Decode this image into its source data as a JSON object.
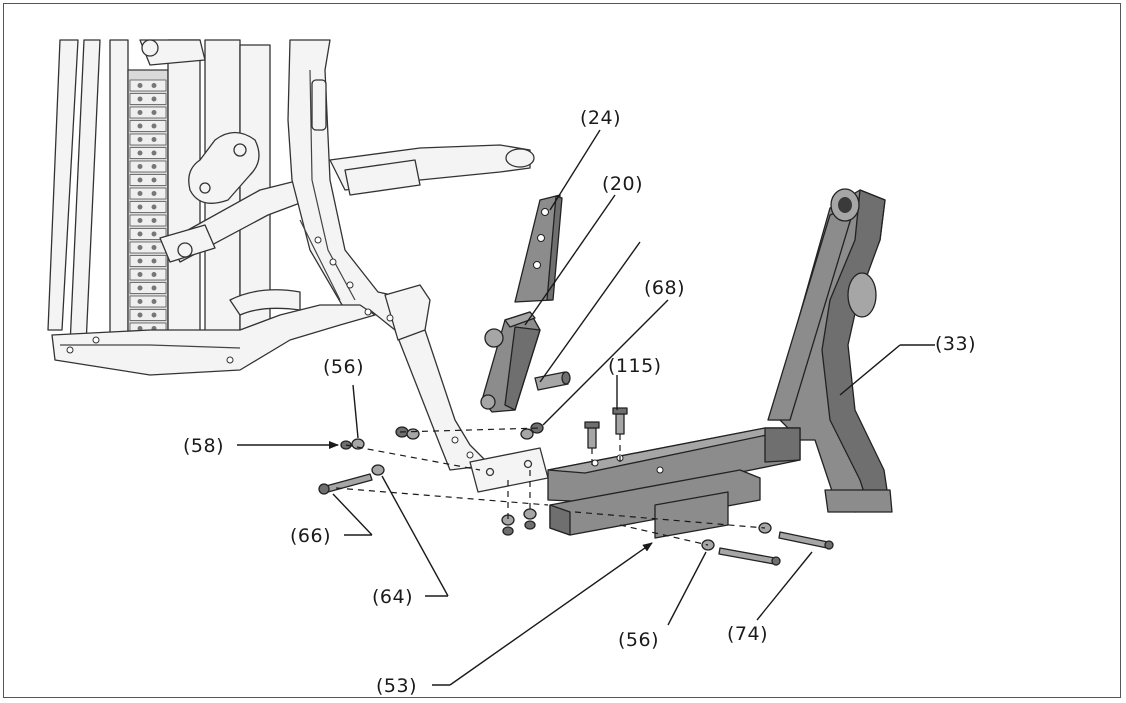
{
  "callouts": {
    "c24": "(24)",
    "c20": "(20)",
    "c68": "(68)",
    "c115": "(115)",
    "c33": "(33)",
    "c56a": "(56)",
    "c58": "(58)",
    "c66": "(66)",
    "c64": "(64)",
    "c56b": "(56)",
    "c74": "(74)",
    "c53": "(53)"
  }
}
